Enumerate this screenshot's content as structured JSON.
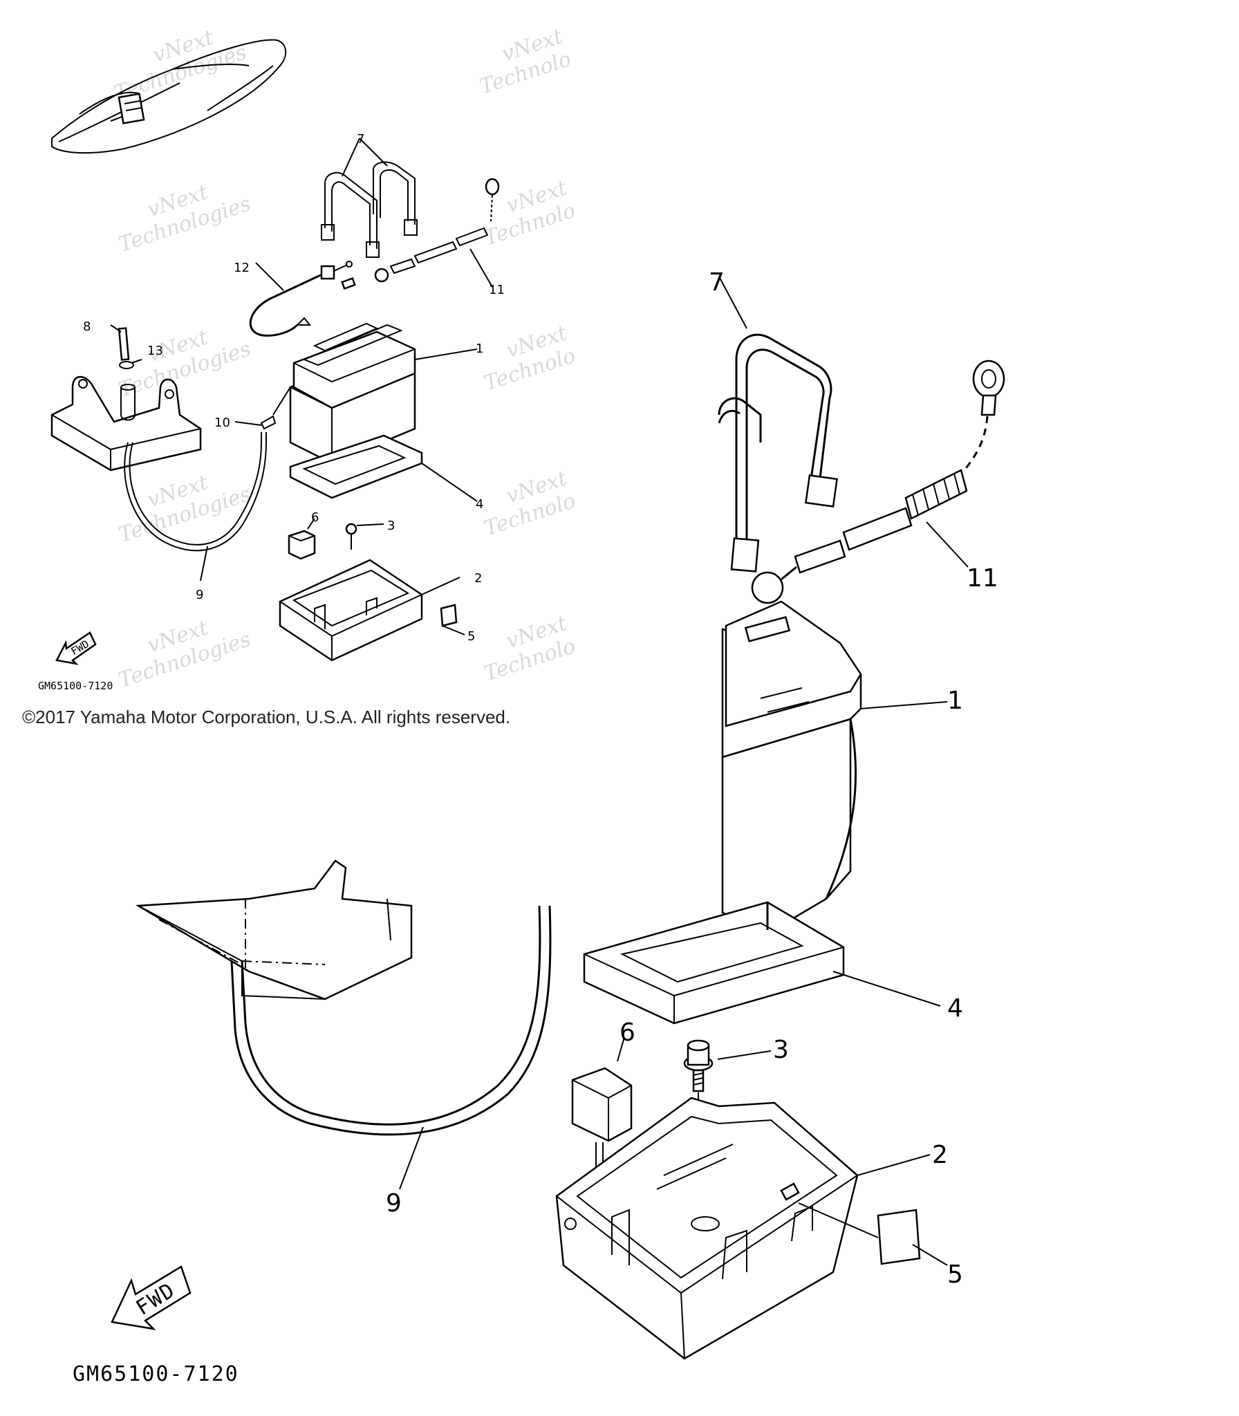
{
  "watermark": {
    "line1": "vNext",
    "line2": "Technologies",
    "line2_cut": "Technolo"
  },
  "copyright": "©2017 Yamaha Motor Corporation, U.S.A. All rights reserved.",
  "diagram_code": "GM65100-7120",
  "fwd_label": "FWD",
  "callouts": {
    "c1": "1",
    "c2": "2",
    "c3": "3",
    "c4": "4",
    "c5": "5",
    "c6": "6",
    "c7": "7",
    "c8": "8",
    "c9": "9",
    "c10": "10",
    "c11": "11",
    "c12": "12",
    "c13": "13"
  }
}
